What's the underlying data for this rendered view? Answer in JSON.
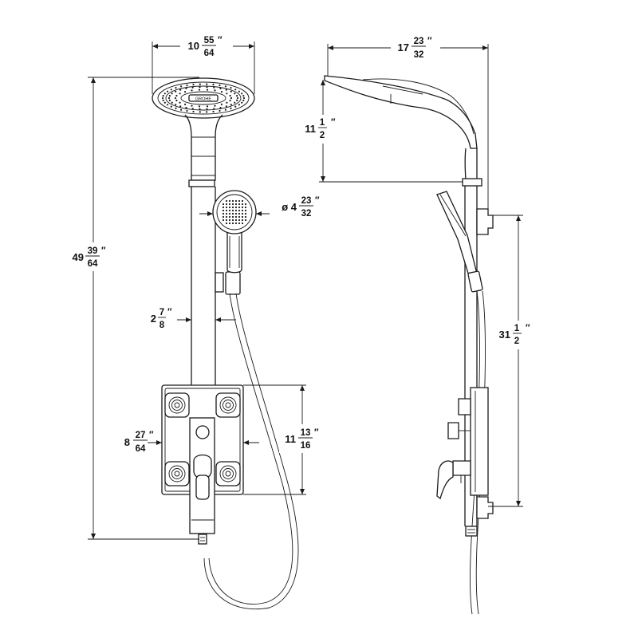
{
  "dimensions": {
    "head_width": {
      "whole": "10",
      "num": "55",
      "den": "64",
      "unit": "″"
    },
    "total_height": {
      "whole": "49",
      "num": "39",
      "den": "64",
      "unit": "″"
    },
    "hand_diameter": {
      "whole": "ø 4",
      "num": "23",
      "den": "32",
      "unit": "″"
    },
    "bar_offset": {
      "whole": "2",
      "num": "7",
      "den": "8",
      "unit": "″"
    },
    "panel_width": {
      "whole": "8",
      "num": "27",
      "den": "64",
      "unit": "″"
    },
    "panel_height": {
      "whole": "11",
      "num": "13",
      "den": "16",
      "unit": "″"
    },
    "side_depth": {
      "whole": "17",
      "num": "23",
      "den": "32",
      "unit": "″"
    },
    "side_drop": {
      "whole": "11",
      "num": "1",
      "den": "2",
      "unit": "″"
    },
    "mount_span": {
      "whole": "31",
      "num": "1",
      "den": "2",
      "unit": "″"
    }
  },
  "head_label": "GROHE"
}
